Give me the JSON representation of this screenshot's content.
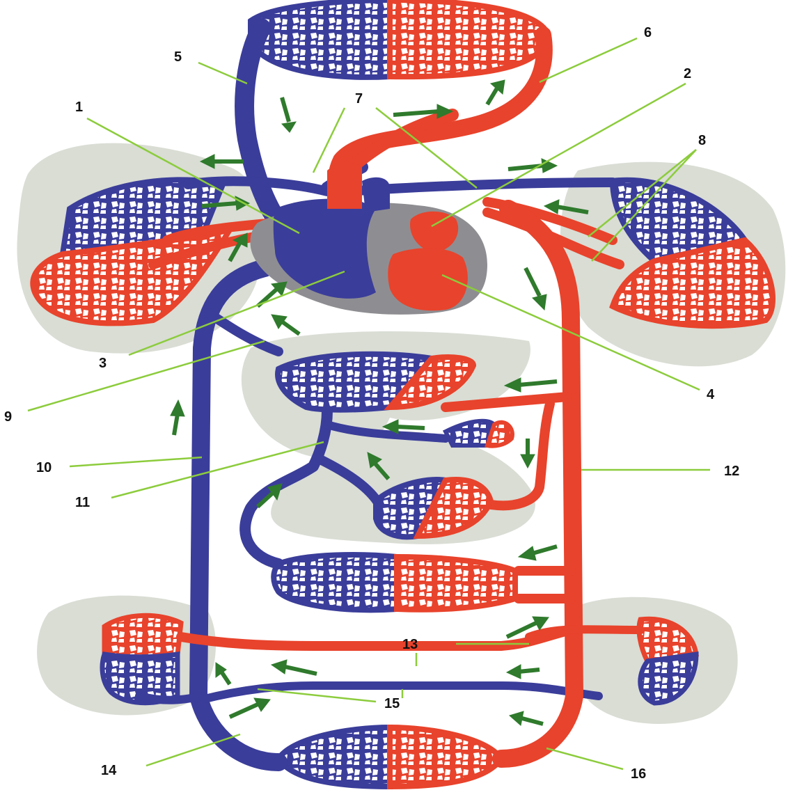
{
  "colors": {
    "venous": "#3b3d9a",
    "arterial": "#e8432c",
    "organ": "#d9ddd4",
    "heart_sac": "#8e8e92",
    "leader_line": "#8ccc3c",
    "flow_arrow": "#2f7a2c"
  },
  "labels": {
    "n1": "1",
    "n2": "2",
    "n3": "3",
    "n4": "4",
    "n5": "5",
    "n6": "6",
    "n7": "7",
    "n8": "8",
    "n9": "9",
    "n10": "10",
    "n11": "11",
    "n12": "12",
    "n13": "13",
    "n14": "14",
    "n15": "15",
    "n16": "16"
  },
  "icons": {
    "flow_arrow": "arrow-icon"
  }
}
